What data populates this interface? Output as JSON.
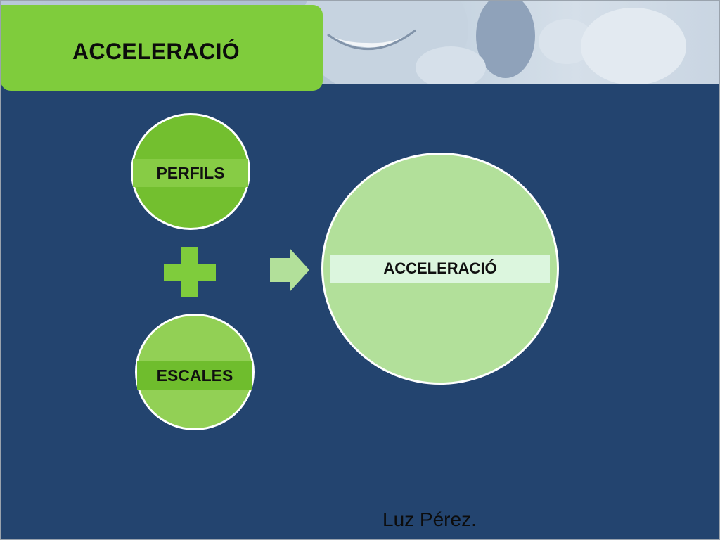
{
  "slide": {
    "title": "ACCELERACIÓ",
    "author": "Luz Pérez."
  },
  "diagram": {
    "input_a": "PERFILS",
    "input_b": "ESCALES",
    "result": "ACCELERACIÓ",
    "operator_icon": "plus-icon",
    "flow_icon": "arrow-right-icon"
  },
  "colors": {
    "background": "#23446f",
    "title_green": "#7fcc3c",
    "perfils_green": "#73bf2f",
    "escales_green": "#92d055",
    "result_green": "#b2e09a"
  }
}
